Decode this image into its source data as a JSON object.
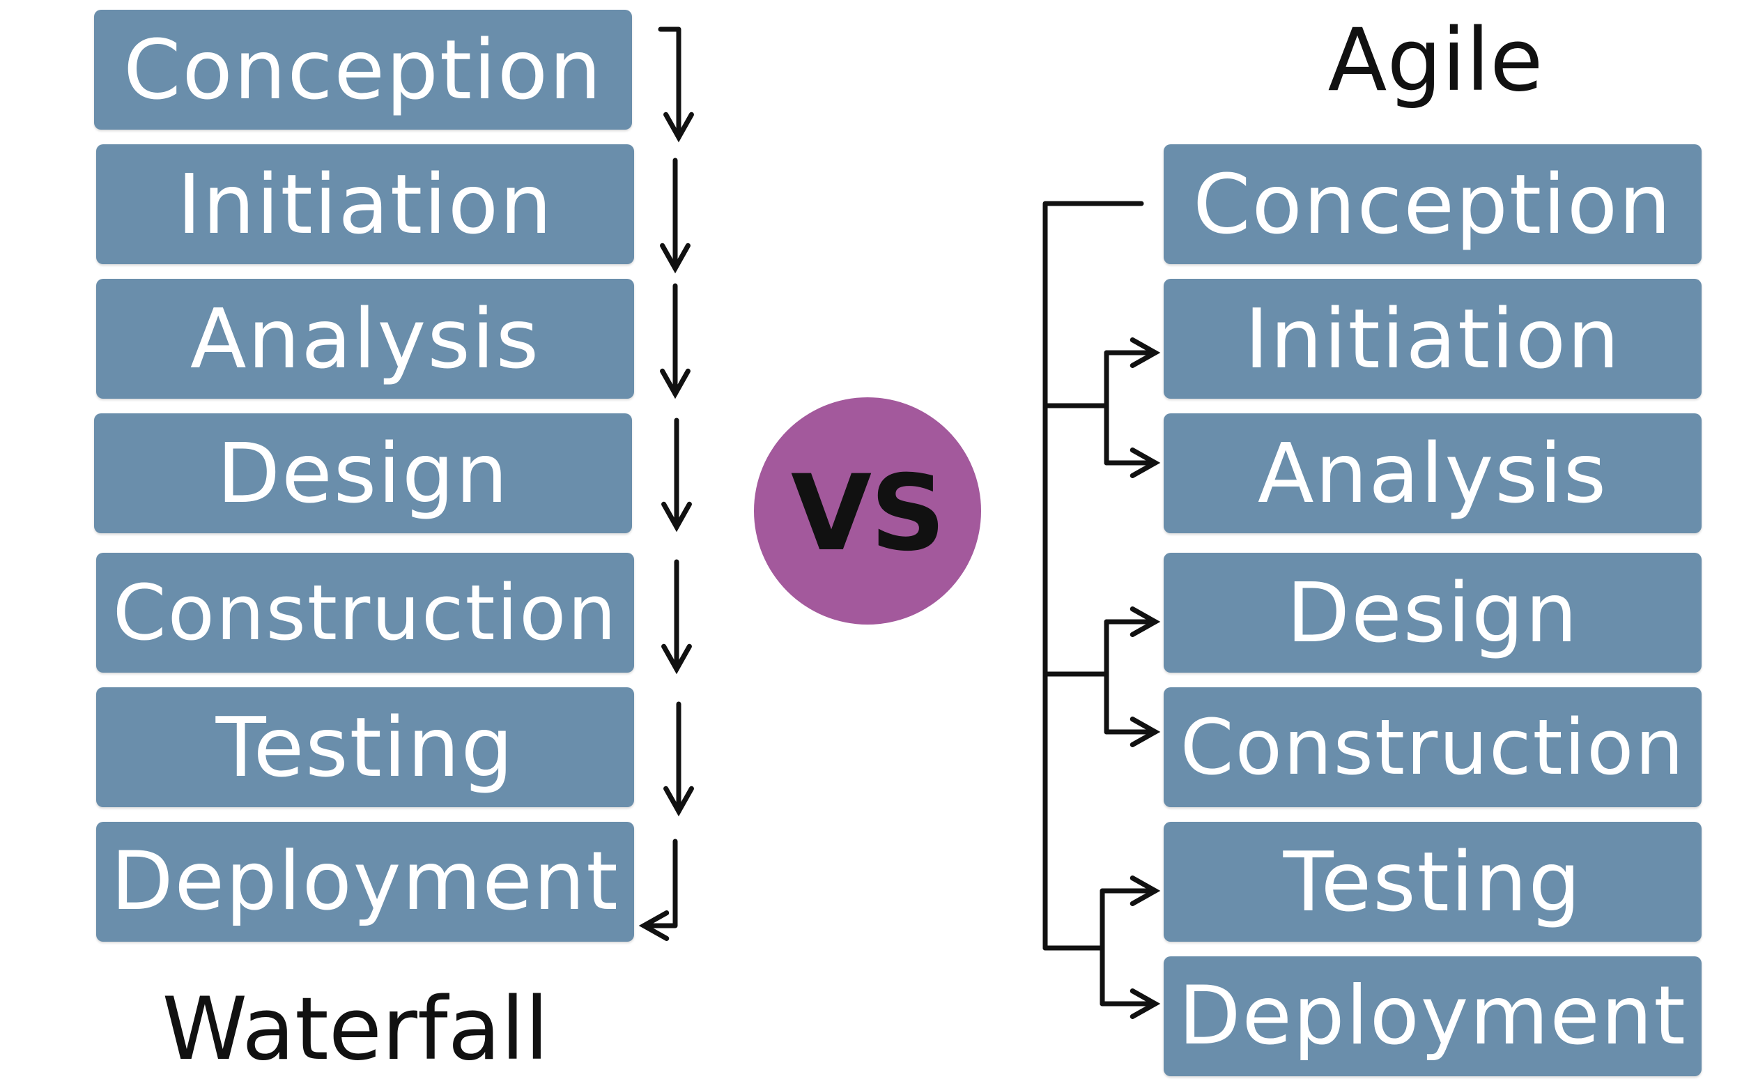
{
  "waterfall": {
    "title": "Waterfall",
    "steps": [
      "Conception",
      "Initiation",
      "Analysis",
      "Design",
      "Construction",
      "Testing",
      "Deployment"
    ]
  },
  "agile": {
    "title": "Agile",
    "steps": [
      "Conception",
      "Initiation",
      "Analysis",
      "Design",
      "Construction",
      "Testing",
      "Deployment"
    ]
  },
  "vs": {
    "label": "VS"
  },
  "colors": {
    "box": "#6a8eab",
    "box_text": "#ffffff",
    "vs_circle": "#a3599c",
    "lines": "#111111"
  }
}
